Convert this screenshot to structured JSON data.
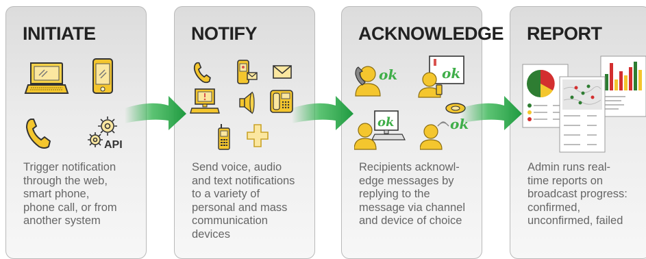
{
  "steps": [
    {
      "title": "INITIATE",
      "description": "Trigger notification\nthrough the web,\nsmart phone,\nphone call, or from\nanother system",
      "icons": [
        "laptop-icon",
        "smartphone-icon",
        "phone-handset-icon",
        "api-gear-icon"
      ],
      "api_label": "API"
    },
    {
      "title": "NOTIFY",
      "description": "Send voice, audio\nand text notifications\nto a variety of\npersonal and mass\ncommunication\ndevices",
      "icons": [
        "phone-handset-icon",
        "mobile-message-icon",
        "email-icon",
        "desktop-alert-icon",
        "speaker-icon",
        "desk-phone-icon",
        "pager-icon",
        "plus-icon"
      ]
    },
    {
      "title": "ACKNOWLEDGE",
      "description": "Recipients acknowl-\nedge messages by\nreplying to the\nmessage via channel\nand device of choice",
      "icons": [
        "person-phone-ok-icon",
        "person-mobile-ok-icon",
        "person-computer-ok-icon",
        "person-broadcast-ok-icon"
      ],
      "ok_label": "ok"
    },
    {
      "title": "REPORT",
      "description": "Admin runs real-\ntime reports on\nbroadcast progress:\nconfirmed,\nunconfirmed, failed",
      "icons": [
        "pie-chart-report-icon",
        "map-report-icon",
        "bar-chart-report-icon"
      ]
    }
  ],
  "colors": {
    "arrow_green": "#2aa84a",
    "card_border": "#b9b9b9",
    "icon_yellow": "#f4c62e",
    "ok_green": "#3fae49"
  }
}
